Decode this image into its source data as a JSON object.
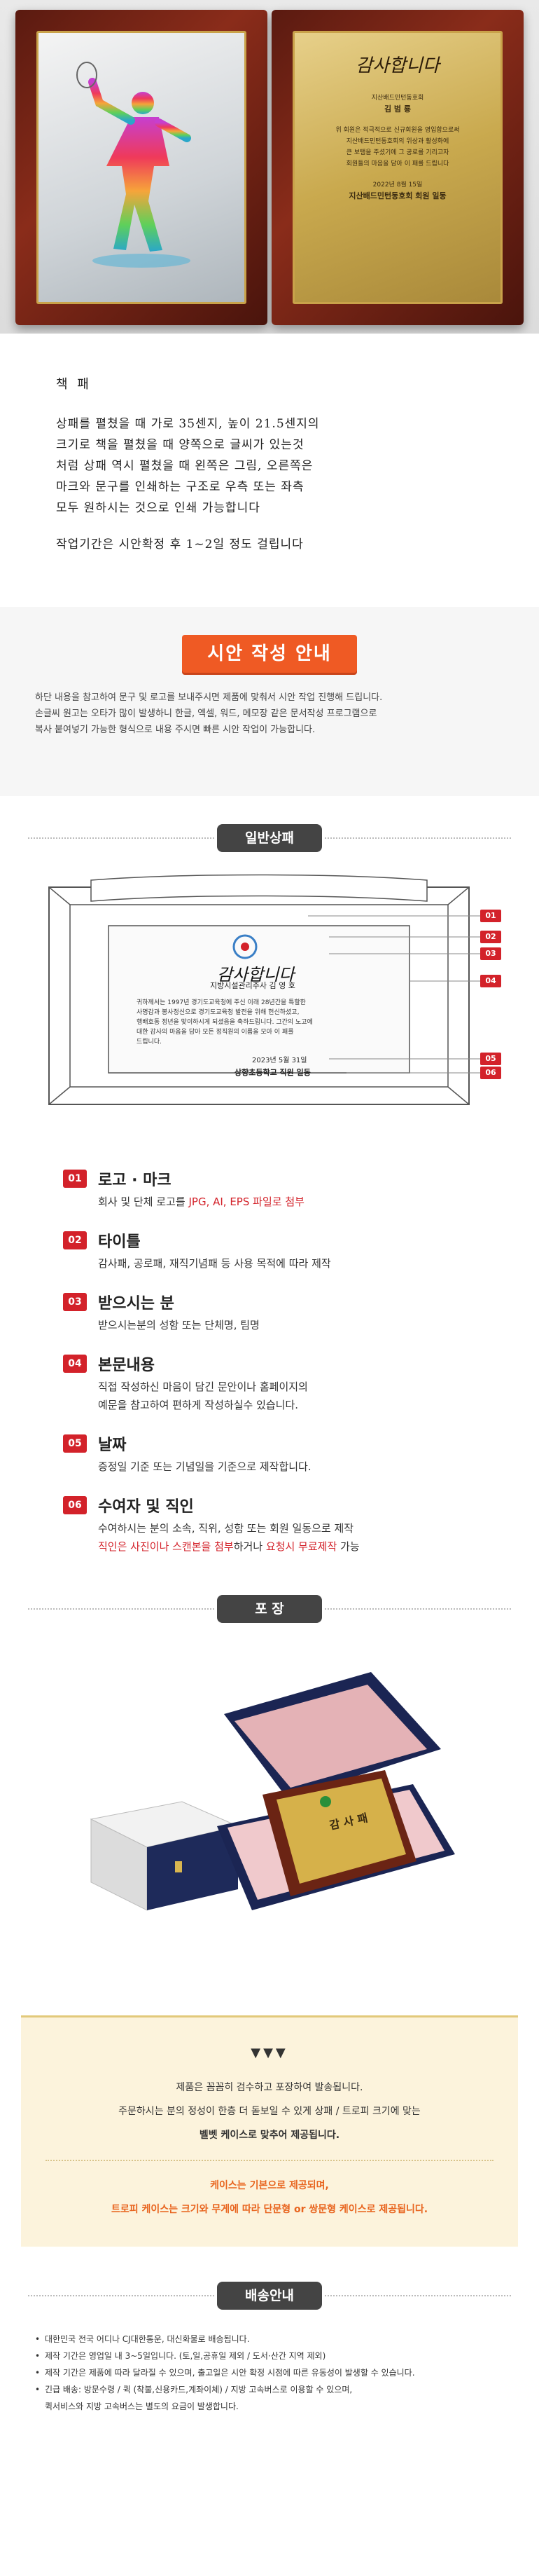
{
  "hero": {
    "plaque_title": "감사합니다",
    "plaque_org": "지산배드민턴동호회",
    "plaque_name": "김 범 룡",
    "plaque_body": [
      "위 회원은 적극적으로 신규회원을 영입함으로써",
      "지산배드민턴동호회의 위상과 활성화에",
      "큰 보탬을 주셨기에 그 공로를 기리고자",
      "회원들의 마음을 담아 이 패를 드립니다"
    ],
    "plaque_date": "2022년 8월 15일",
    "plaque_sign": "지산배드민턴동호회 회원 일동"
  },
  "intro": {
    "head": "책    패",
    "para1": [
      "상패를 펼쳤을 때 가로 35센지, 높이 21.5센지의",
      "크기로 책을 펼쳤을 때 양쪽으로 글씨가 있는것",
      "처럼 상패 역시 펼쳤을 때 왼쪽은 그림, 오른쪽은",
      "마크와 문구를 인쇄하는 구조로 우측 또는 좌측",
      "모두 원하시는 것으로 인쇄 가능합니다"
    ],
    "para2": "작업기간은 시안확정 후 1~2일 정도 걸립니다"
  },
  "guide": {
    "title": "시안 작성 안내",
    "lines": [
      "하단 내용을 참고하여 문구 및 로고를 보내주시면 제품에 맞춰서 시안 작업 진행해 드립니다.",
      "손글씨 원고는 오타가 많이 발생하니 한글, 엑셀, 워드, 메모장 같은 문서작성 프로그램으로",
      "복사 붙여넣기 가능한 형식으로 내용 주시면 빠른 시안 작업이 가능합니다."
    ]
  },
  "general": {
    "title": "일반상패",
    "diagram": {
      "plaque_title": "감사합니다",
      "recipient": "지방시설관리주사  김 영 호",
      "body": [
        "귀하께서는 1997년 경기도교육청에 주신 이래 28년간을 특할한",
        "사명감과 봉사정신으로 경기도교육청 발전을 위해 헌신하셨고,",
        "행배호동 정년을 맞이하시게 되셨음을 축하드립니다. 그간의 노고에",
        "대한 감사의 마음을 담아 모든 정직원의 이름을 모아 이 패를",
        "드립니다."
      ],
      "date": "2023년 5월 31일",
      "giver": "상향초등학교 직원 일동",
      "callouts": [
        "01",
        "02",
        "03",
        "04",
        "05",
        "06"
      ]
    },
    "items": [
      {
        "num": "01",
        "title": "로고 · 마크",
        "desc_a": "회사 및 단체 로고를 ",
        "desc_red": "JPG, AI, EPS 파일로 첨부",
        "desc_b": ""
      },
      {
        "num": "02",
        "title": "타이틀",
        "desc_a": "감사패, 공로패, 재직기념패 등 사용 목적에 따라 제작",
        "desc_red": "",
        "desc_b": ""
      },
      {
        "num": "03",
        "title": "받으시는 분",
        "desc_a": "받으시는분의 성함 또는 단체명, 팀명",
        "desc_red": "",
        "desc_b": ""
      },
      {
        "num": "04",
        "title": "본문내용",
        "desc_a": "직접 작성하신 마음이 담긴 문안이나 홈페이지의",
        "desc_red": "",
        "desc_b": "예문을 참고하여 편하게 작성하실수 있습니다."
      },
      {
        "num": "05",
        "title": "날짜",
        "desc_a": "증정일 기준 또는 기념일을 기준으로 제작합니다.",
        "desc_red": "",
        "desc_b": ""
      },
      {
        "num": "06",
        "title": "수여자 및 직인",
        "desc_a": "수여하시는 분의 소속, 직위, 성함 또는 회원 일동으로 제작",
        "desc_red": "",
        "desc_b": ""
      }
    ],
    "item6_extra": {
      "r1": "직인은 사진이나 스캔본을 첨부",
      "t1": "하거나 ",
      "r2": "요청시 무료제작",
      "t2": " 가능"
    }
  },
  "packaging": {
    "title": "포 장",
    "plaque_title": "감 사 패"
  },
  "notice": {
    "tri": "▼▼▼",
    "l1": "제품은 꼼꼼히 검수하고 포장하여 발송됩니다.",
    "l2": "주문하시는 분의 정성이 한층 더 돋보일 수 있게 상패 / 트로피 크기에 맞는",
    "l3": "벨벳 케이스로 맞추어 제공됩니다.",
    "l4": "케이스는 기본으로 제공되며,",
    "l5": "트로피 케이스는 크기와 무게에 따라 단문형 or 쌍문형 케이스로 제공됩니다."
  },
  "delivery": {
    "title": "배송안내",
    "lines": [
      "대한민국 전국 어디나 CJ대한통운, 대신화물로 배송됩니다.",
      "제작 기간은 영업일 내 3~5일입니다. (토,일,공휴일 제외 / 도서·산간 지역 제외)",
      "제작 기간은 제품에 따라 달라질 수 있으며, 출고일은 시안 확정 시점에 따른 유동성이 발생할 수 있습니다.",
      "긴급 배송: 방문수령 / 퀵 (착불,신용카드,계좌이체) / 지방 고속버스로 이용할 수 있으며,"
    ],
    "line_cont": "퀵서비스와 지방 고속버스는 별도의 요금이 발생합니다."
  },
  "colors": {
    "orange": "#ef5a24",
    "red": "#d3222a",
    "dark": "#444444",
    "cream": "#fcf3dc"
  }
}
